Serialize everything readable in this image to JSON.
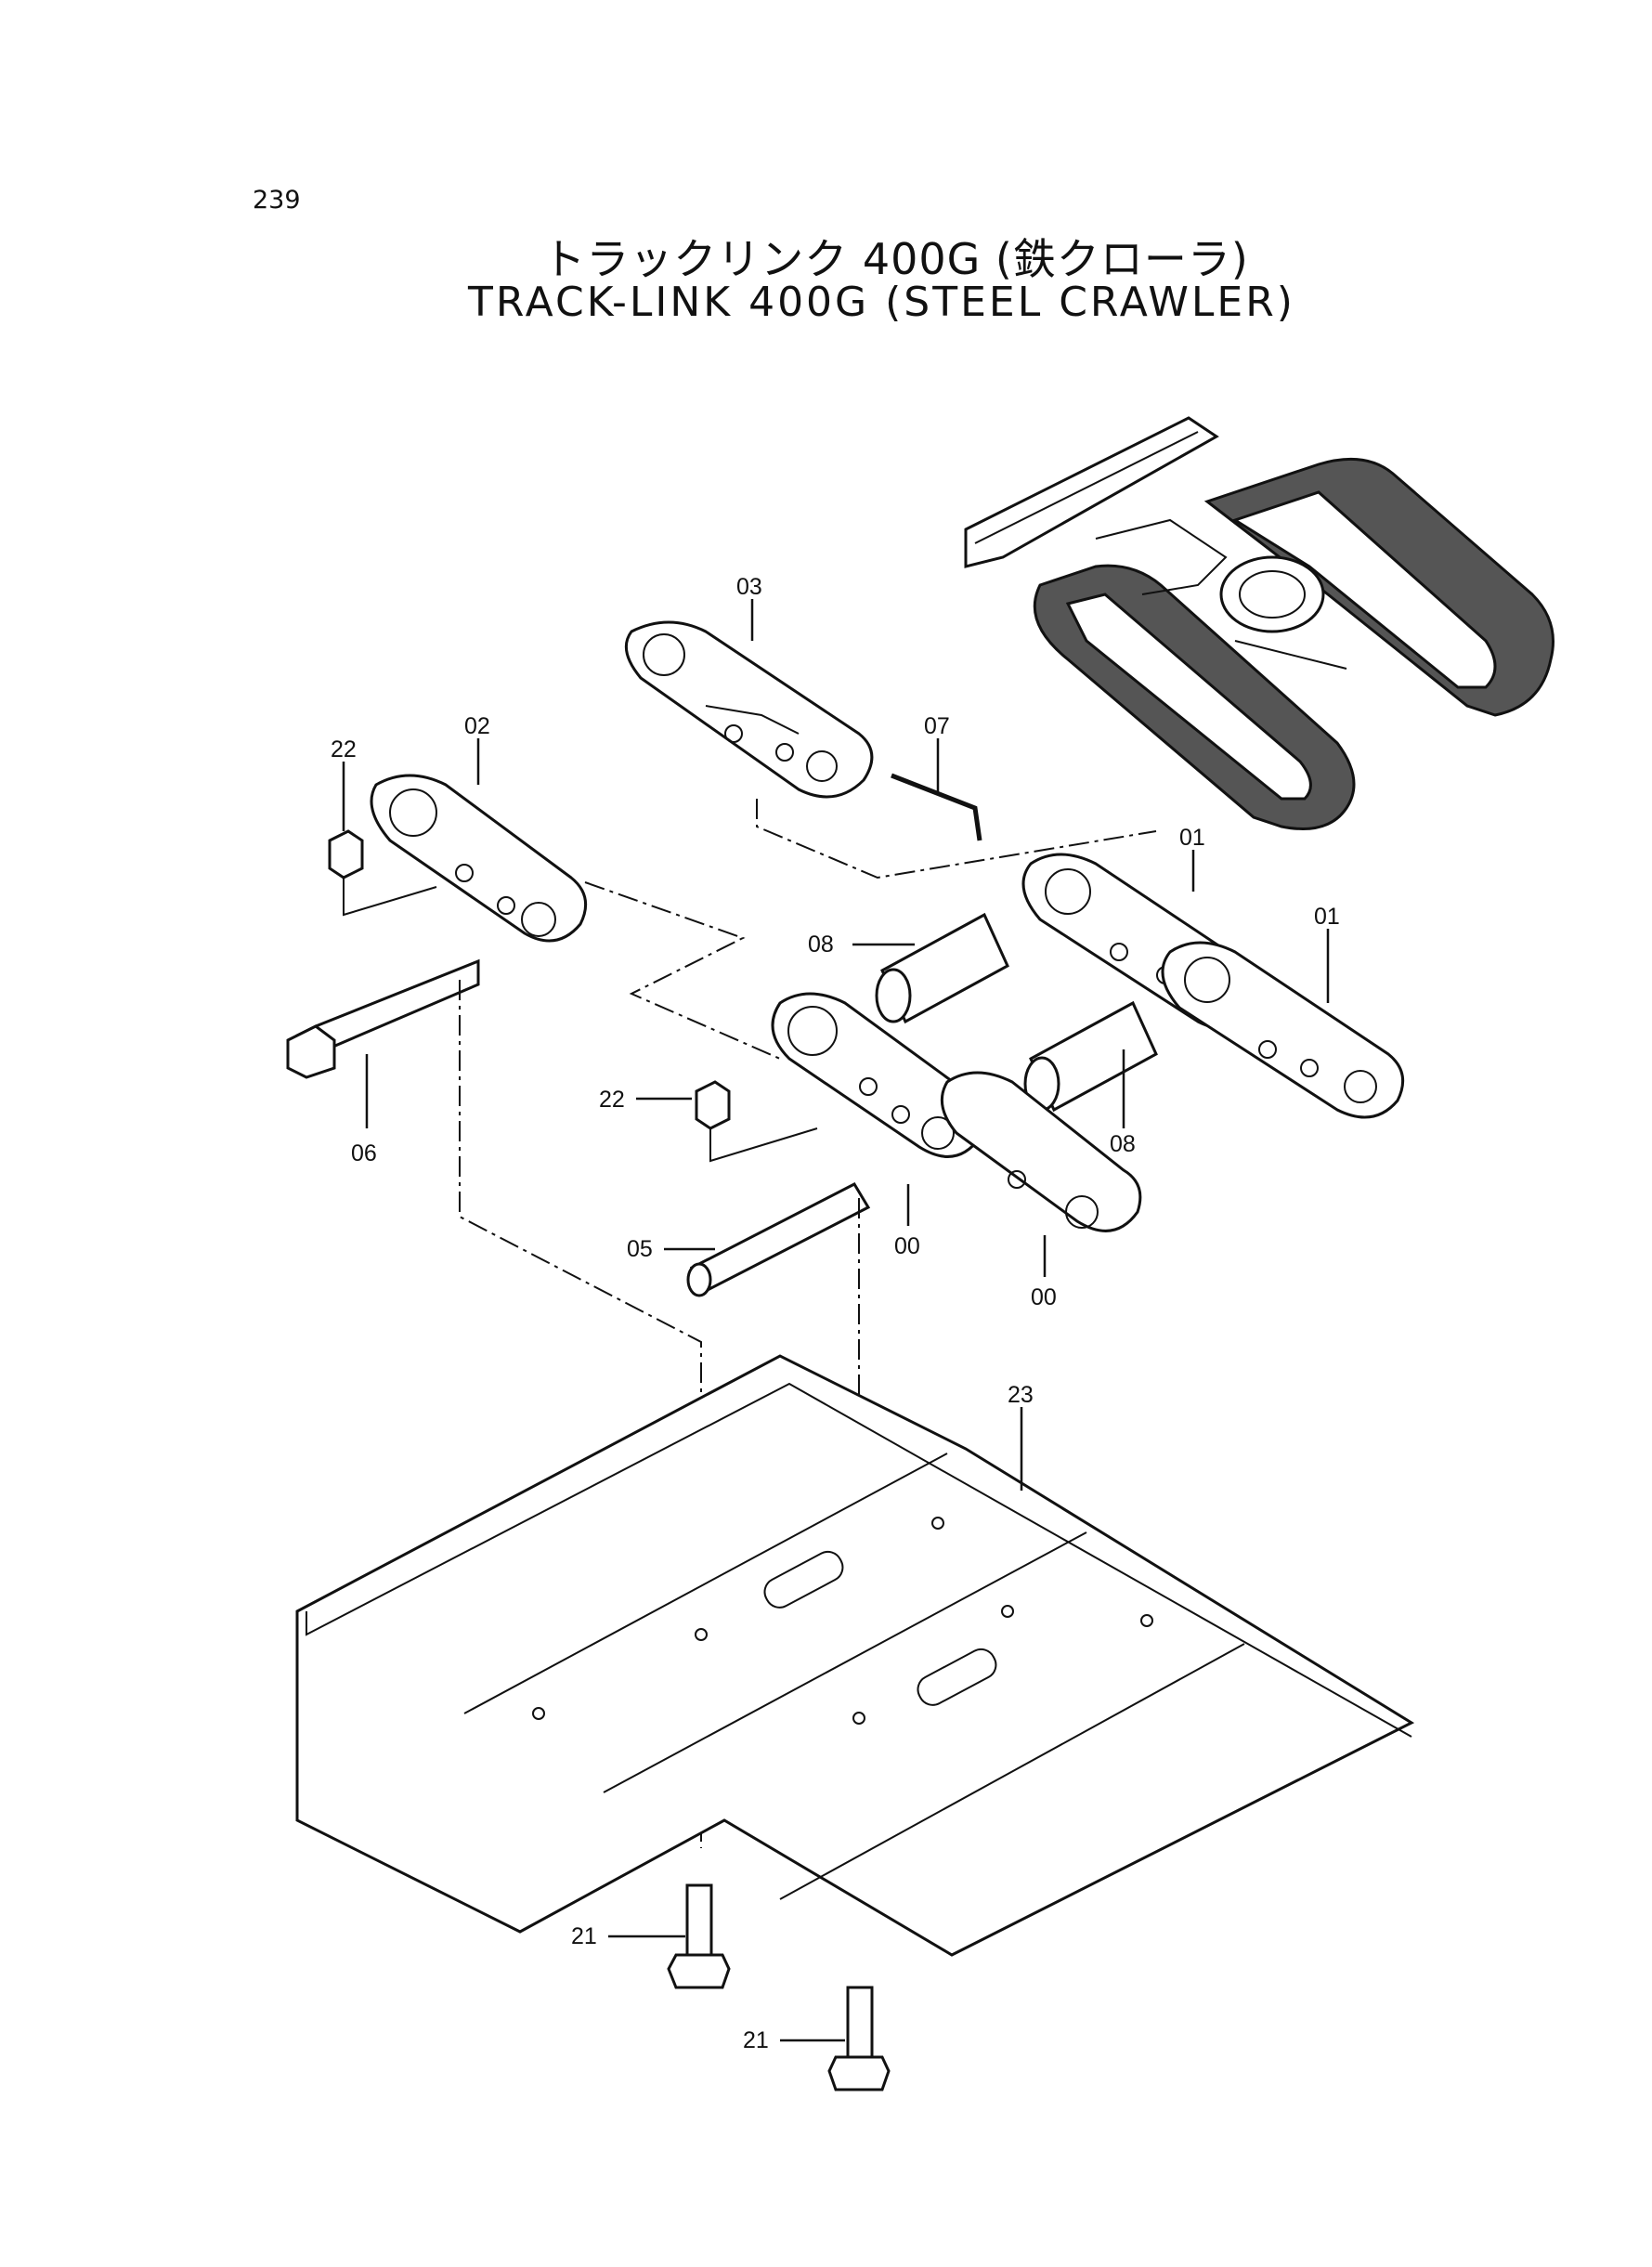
{
  "page_number": "239",
  "title_jp": "トラックリンク 400G (鉄クローラ)",
  "title_en": "TRACK-LINK 400G (STEEL CRAWLER)",
  "callouts": {
    "c03": "03",
    "c02": "02",
    "c22a": "22",
    "c07": "07",
    "c01a": "01",
    "c01b": "01",
    "c08a": "08",
    "c22b": "22",
    "c08b": "08",
    "c06": "06",
    "c00a": "00",
    "c05": "05",
    "c00b": "00",
    "c23": "23",
    "c21a": "21",
    "c21b": "21"
  }
}
